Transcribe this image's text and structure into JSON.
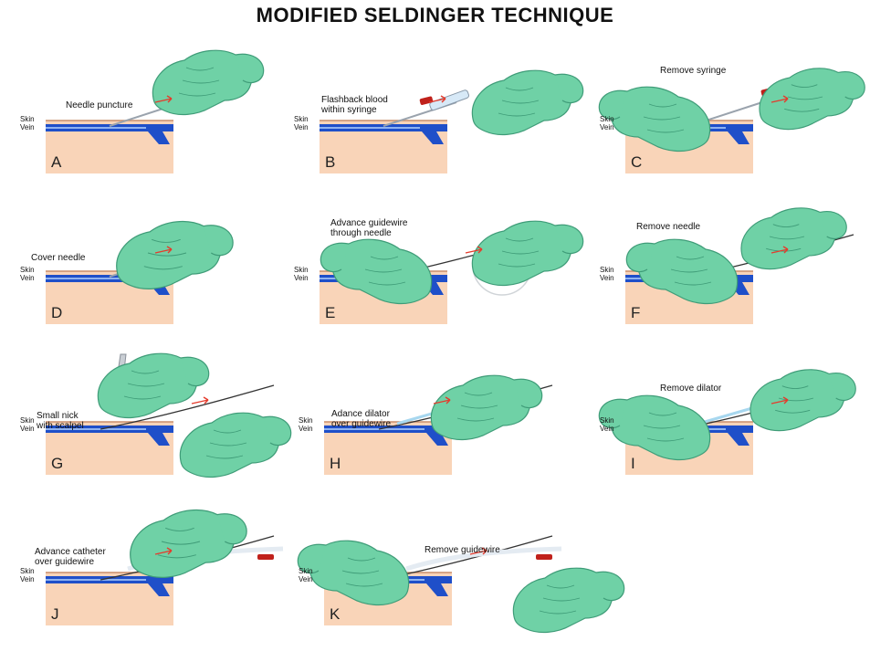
{
  "title": "MODIFIED SELDINGER TECHNIQUE",
  "layer_labels": {
    "skin": "Skin",
    "vein": "Vein"
  },
  "colors": {
    "glove": "#6fd1a6",
    "glove_dark": "#3f9c78",
    "tissue": "#f9d4b8",
    "vein": "#1f4fc9",
    "vein_light": "#8fb2f0",
    "arrow": "#e53b2c",
    "blood": "#c0211b"
  },
  "steps": [
    {
      "letter": "A",
      "caption": [
        "Needle puncture"
      ]
    },
    {
      "letter": "B",
      "caption": [
        "Flashback blood",
        "within syringe"
      ]
    },
    {
      "letter": "C",
      "caption": [
        "Remove syringe"
      ]
    },
    {
      "letter": "D",
      "caption": [
        "Cover needle"
      ]
    },
    {
      "letter": "E",
      "caption": [
        "Advance guidewire",
        "through needle"
      ]
    },
    {
      "letter": "F",
      "caption": [
        "Remove needle"
      ]
    },
    {
      "letter": "G",
      "caption": [
        "Small nick",
        "with scalpel"
      ]
    },
    {
      "letter": "H",
      "caption": [
        "Adance dilator",
        "over guidewire"
      ]
    },
    {
      "letter": "I",
      "caption": [
        "Remove dilator"
      ]
    },
    {
      "letter": "J",
      "caption": [
        "Advance catheter",
        "over guidewire"
      ]
    },
    {
      "letter": "K",
      "caption": [
        "Remove guidewire"
      ]
    }
  ]
}
